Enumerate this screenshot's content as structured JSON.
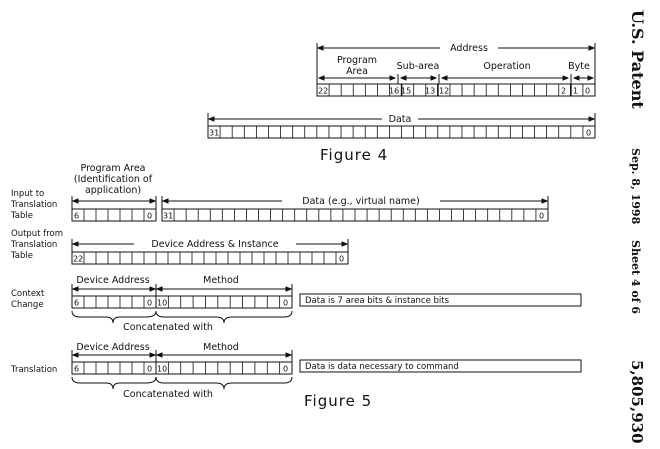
{
  "header": {
    "office": "U.S. Patent",
    "date": "Sep. 8, 1998",
    "sheet": "Sheet 4 of 6",
    "patent_number": "5,805,930"
  },
  "figure4": {
    "caption": "Figure 4",
    "address_label": "Address",
    "program_area_line1": "Program",
    "program_area_line2": "Area",
    "sub_area_label": "Sub-area",
    "operation_label": "Operation",
    "byte_label": "Byte",
    "address_bits": [
      "22",
      "16",
      "15",
      "13",
      "12",
      "2",
      "1",
      "0"
    ],
    "data_label": "Data",
    "data_bits": [
      "31",
      "0"
    ]
  },
  "figure5": {
    "caption": "Figure 5",
    "input_label": [
      "Input to",
      "Translation",
      "Table"
    ],
    "program_area_desc": [
      "Program Area",
      "(Identification of",
      "application)"
    ],
    "pa_bits": [
      "6",
      "0"
    ],
    "data_desc": "Data (e.g., virtual name)",
    "data_bits": [
      "31",
      "0"
    ],
    "output_label": [
      "Output from",
      "Translation",
      "Table"
    ],
    "device_instance_label": "Device Address & Instance",
    "output_bits": [
      "22",
      "0"
    ],
    "context_label": [
      "Context",
      "Change"
    ],
    "device_address_label": "Device Address",
    "method_label": "Method",
    "device_bits": [
      "6",
      "0"
    ],
    "method_bits": [
      "10",
      "0"
    ],
    "context_data_text": "Data is 7 area bits & instance bits",
    "concatenated_label": "Concatenated with",
    "translation_label": "Translation",
    "translation_data_text": "Data is data necessary to command"
  }
}
